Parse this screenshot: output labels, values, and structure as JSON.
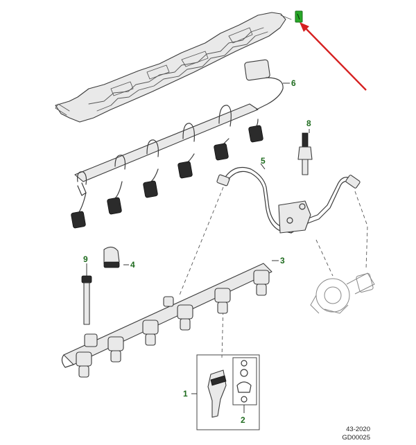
{
  "callouts": {
    "c1": "1",
    "c2": "2",
    "c3": "3",
    "c4": "4",
    "c5": "5",
    "c6": "6",
    "c8": "8",
    "c9": "9"
  },
  "footer": {
    "ref": "43-2020",
    "code": "GD00025"
  },
  "colors": {
    "callout": "#1e6b1e",
    "highlight": "#28a828",
    "arrow": "#d62020"
  }
}
